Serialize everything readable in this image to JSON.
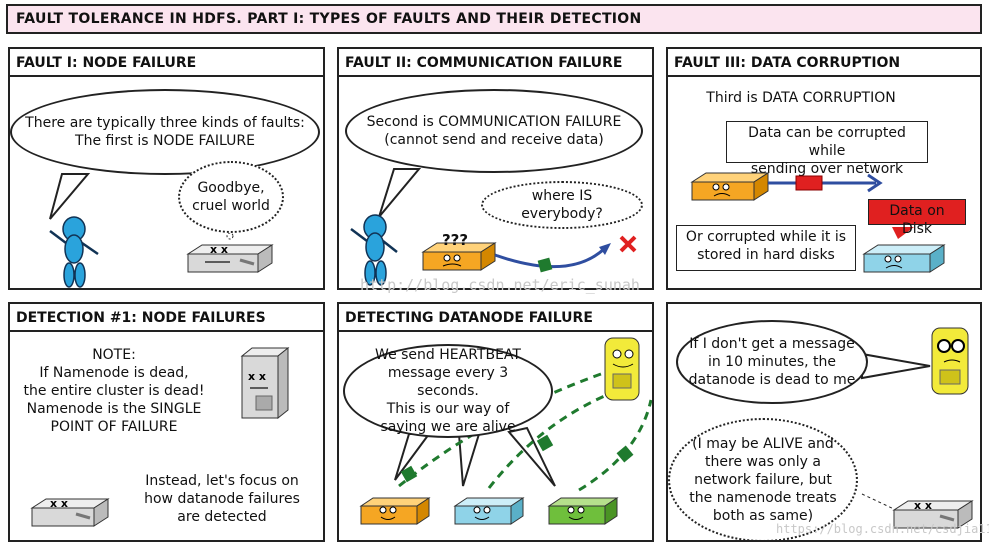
{
  "title": "FAULT TOLERANCE IN HDFS. PART I: TYPES OF FAULTS AND THEIR DETECTION",
  "colors": {
    "title_bg": "#fbe4ef",
    "node_orange": "#f5a623",
    "node_blue": "#8fd3e8",
    "node_green": "#6fbf3c",
    "node_gray": "#d9d9d9",
    "namenode_yellow": "#f2ea3a",
    "arrow_blue": "#2f4ea0",
    "packet_green": "#1f7a2e",
    "packet_red": "#e02020",
    "label_red": "#e02020",
    "dashed_green": "#1f7a2e"
  },
  "panels": {
    "p1": {
      "title": "FAULT I: NODE FAILURE",
      "bubble": "There are typically three kinds of faults:\nThe first is NODE FAILURE",
      "thought": "Goodbye,\ncruel world"
    },
    "p2": {
      "title": "FAULT II: COMMUNICATION FAILURE",
      "bubble": "Second is COMMUNICATION FAILURE\n(cannot send and receive data)",
      "thought": "where IS everybody?",
      "marks": "???"
    },
    "p3": {
      "title": "FAULT III: DATA CORRUPTION",
      "intro": "Third is DATA CORRUPTION",
      "box1": "Data can be corrupted while\nsending over network",
      "box2": "Or corrupted while it is\nstored in hard disks",
      "label": "Data on Disk"
    },
    "p4": {
      "title": "DETECTION #1: NODE FAILURES",
      "note": "NOTE:\nIf Namenode is dead,\nthe entire cluster is dead!\nNamenode is the SINGLE\nPOINT OF FAILURE",
      "focus": "Instead, let's focus on\nhow datanode failures\nare detected"
    },
    "p5": {
      "title": "DETECTING DATANODE FAILURE",
      "bubble": "We send HEARTBEAT\nmessage every 3 seconds.\nThis is our way of\nsaying we are alive"
    },
    "p6": {
      "bubble": "If I don't get a message\nin 10 minutes, the\ndatanode is dead to me",
      "thought": "(I may be ALIVE and\nthere was only a\nnetwork failure, but\nthe namenode treats\nboth as same)"
    }
  },
  "watermarks": [
    "http://blog.csdn.net/eric_sunah",
    "https://blog.csdn.net/csdjia11"
  ]
}
